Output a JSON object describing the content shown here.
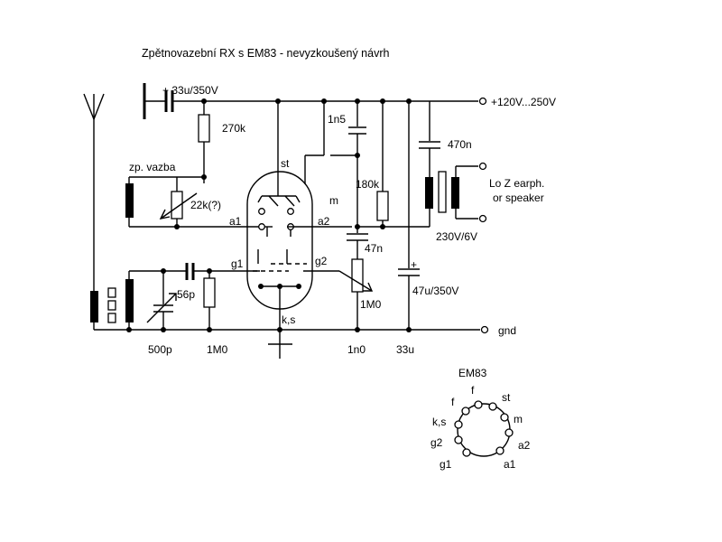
{
  "title": "Zpětnovazební RX s EM83 - nevyzkoušený návrh",
  "labels": {
    "cap_in": "+ 33u/350V",
    "supply": "+120V...250V",
    "r_270k": "270k",
    "c_1n5": "1n5",
    "c_470n": "470n",
    "zp_vazba": "zp. vazba",
    "st": "st",
    "r_180k": "180k",
    "lo_z_1": "Lo Z earph.",
    "lo_z_2": "or speaker",
    "pot_22k": "22k(?)",
    "m": "m",
    "a1": "a1",
    "a2": "a2",
    "c_47n": "47n",
    "transformer": "230V/6V",
    "g1": "g1",
    "g2": "g2",
    "plus": "+",
    "c_56p": "56p",
    "r_1M0_pot": "1M0",
    "c_47u": "47u/350V",
    "ks": "k,s",
    "gnd": "gnd",
    "c_500p": "500p",
    "r_1M0": "1M0",
    "c_1n0": "1n0",
    "c_33u": "33u"
  },
  "pinout": {
    "title": "EM83",
    "pins": [
      "f",
      "f",
      "st",
      "m",
      "a2",
      "a1",
      "g1",
      "g2",
      "k,s"
    ]
  }
}
